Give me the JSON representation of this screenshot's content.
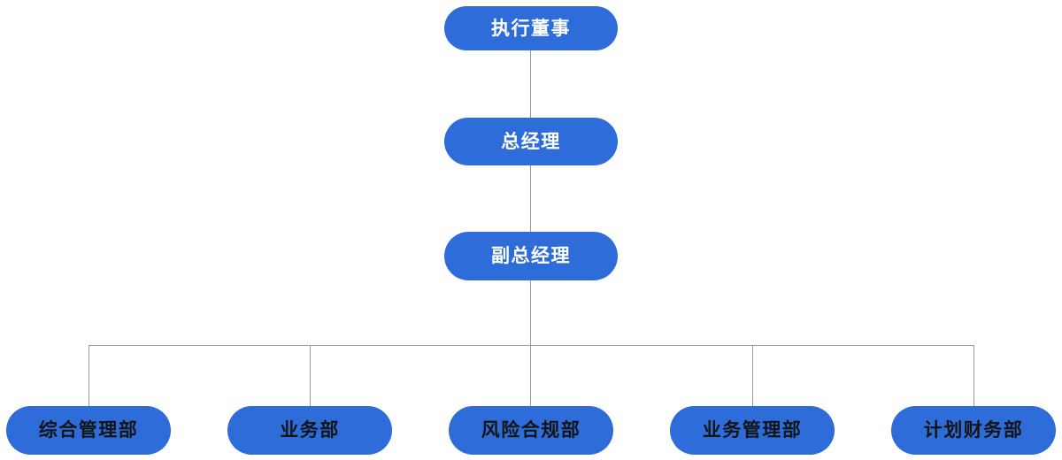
{
  "page": {
    "background": "#ffffff"
  },
  "org_chart": {
    "type": "org-tree",
    "node_fill": "#2d6cd9",
    "executive_text_color": "#ffffff",
    "department_text_color": "#141414",
    "connector_color": "#999999",
    "hierarchy": [
      {
        "id": "executive-director",
        "label": "执行董事",
        "level": 1
      },
      {
        "id": "general-manager",
        "label": "总经理",
        "level": 2
      },
      {
        "id": "deputy-general-manager",
        "label": "副总经理",
        "level": 3
      }
    ],
    "departments": [
      {
        "id": "comprehensive-management",
        "label": "综合管理部"
      },
      {
        "id": "business",
        "label": "业务部"
      },
      {
        "id": "risk-compliance",
        "label": "风险合规部"
      },
      {
        "id": "business-management",
        "label": "业务管理部"
      },
      {
        "id": "planning-finance",
        "label": "计划财务部"
      }
    ]
  }
}
